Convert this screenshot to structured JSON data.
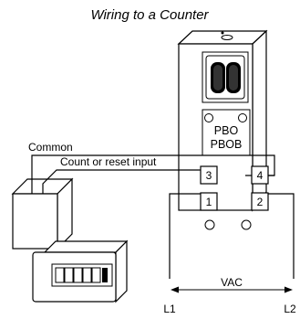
{
  "title": "Wiring to a Counter",
  "sensor": {
    "model_line1": "PBO",
    "model_line2": "PBOB"
  },
  "terminals": [
    "1",
    "2",
    "3",
    "4"
  ],
  "wires": {
    "common": "Common",
    "count_reset": "Count or reset input",
    "l1": "L1",
    "l2": "L2",
    "vac": "VAC"
  }
}
